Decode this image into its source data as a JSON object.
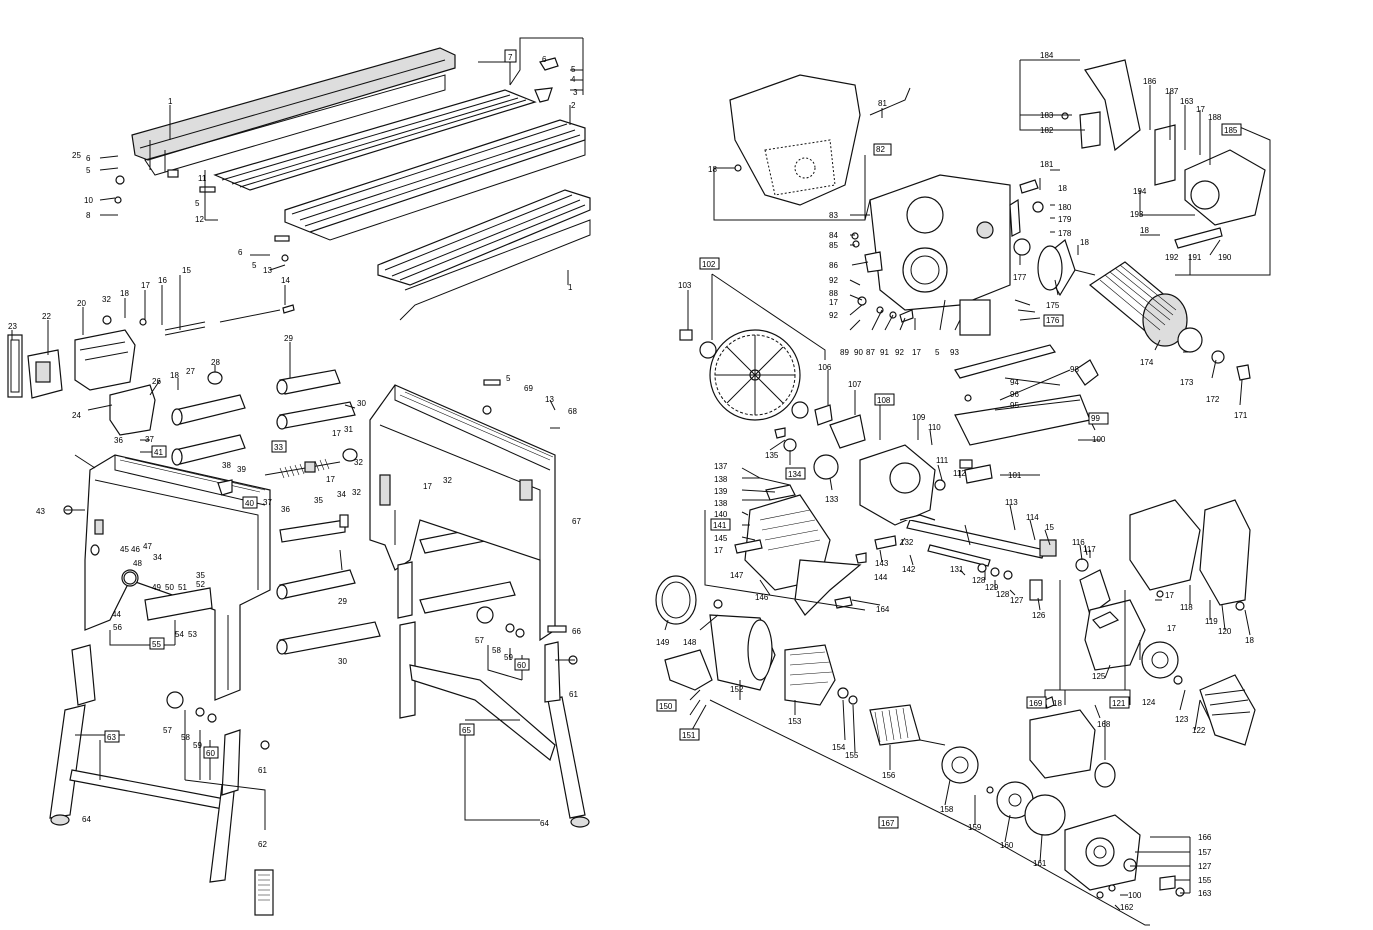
{
  "left_assembly": {
    "labels": [
      "1",
      "2",
      "3",
      "4",
      "5",
      "6",
      "7",
      "8",
      "10",
      "11",
      "12",
      "13",
      "14",
      "15",
      "16",
      "17",
      "18",
      "20",
      "22",
      "23",
      "24",
      "25",
      "26",
      "27",
      "28",
      "29",
      "30",
      "31",
      "32",
      "33",
      "34",
      "35",
      "36",
      "37",
      "38",
      "39",
      "40",
      "41",
      "43",
      "44",
      "45",
      "46",
      "47",
      "48",
      "49",
      "50",
      "51",
      "52",
      "53",
      "54",
      "55",
      "56",
      "57",
      "58",
      "59",
      "60",
      "61",
      "62",
      "63",
      "64",
      "65",
      "66",
      "67",
      "68",
      "69"
    ]
  },
  "right_assembly": {
    "labels": [
      "5",
      "17",
      "18",
      "81",
      "82",
      "83",
      "84",
      "85",
      "86",
      "87",
      "88",
      "89",
      "90",
      "91",
      "92",
      "93",
      "94",
      "95",
      "96",
      "98",
      "99",
      "100",
      "101",
      "102",
      "103",
      "106",
      "107",
      "108",
      "109",
      "110",
      "111",
      "112",
      "113",
      "114",
      "115",
      "116",
      "117",
      "118",
      "119",
      "120",
      "121",
      "122",
      "123",
      "124",
      "125",
      "126",
      "127",
      "128",
      "129",
      "131",
      "132",
      "133",
      "134",
      "135",
      "137",
      "138",
      "139",
      "140",
      "141",
      "142",
      "143",
      "144",
      "145",
      "146",
      "147",
      "148",
      "149",
      "150",
      "151",
      "152",
      "153",
      "154",
      "155",
      "156",
      "157",
      "158",
      "159",
      "160",
      "161",
      "162",
      "163",
      "164",
      "166",
      "167",
      "168",
      "169",
      "171",
      "172",
      "173",
      "174",
      "175",
      "176",
      "177",
      "178",
      "179",
      "180",
      "181",
      "182",
      "183",
      "184",
      "185",
      "186",
      "187",
      "188",
      "190",
      "191",
      "192",
      "193",
      "194"
    ]
  }
}
